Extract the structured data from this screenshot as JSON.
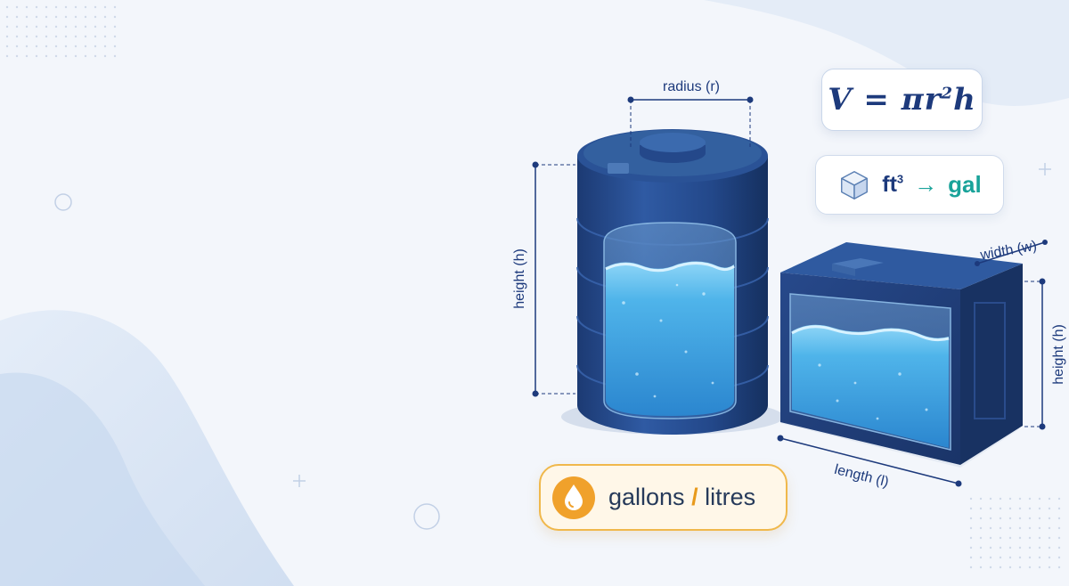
{
  "labels": {
    "radius": "radius (r)",
    "cyl_height": "height (h)",
    "width": "width (w)",
    "rect_height": "height (h)",
    "length": "length (l)"
  },
  "formula": {
    "lhs": "V = πr",
    "exponent": "2",
    "rhs": "h"
  },
  "conversion": {
    "from_unit": "ft",
    "from_exponent": "3",
    "arrow": "→",
    "to_unit": "gal"
  },
  "units": {
    "first": "gallons",
    "separator": "/",
    "second": "litres"
  },
  "icons": {
    "formula_icon": "none",
    "conversion_icon": "cube-icon",
    "units_icon": "water-drop-icon"
  },
  "colors": {
    "navy": "#1d3a7c",
    "tank_dark": "#20427f",
    "water": "#3aa3e0",
    "teal": "#1aa39a",
    "amber": "#f0a12b"
  }
}
